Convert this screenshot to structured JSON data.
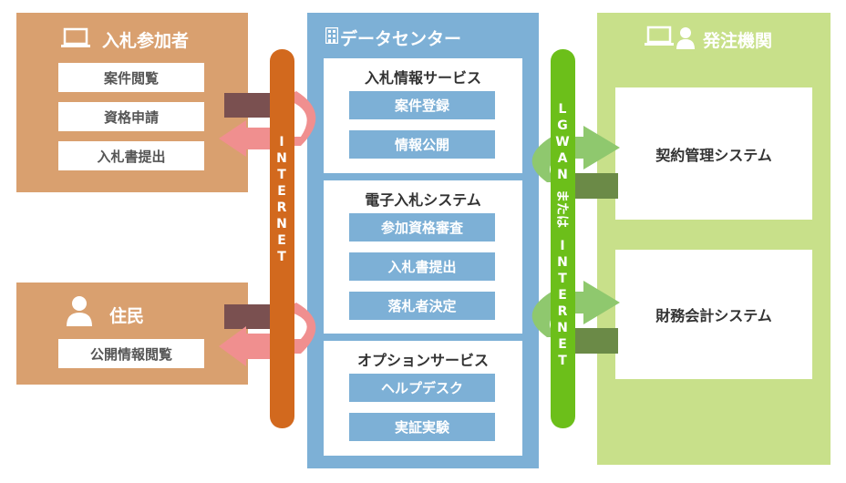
{
  "bidder": {
    "title": "入札参加者",
    "icon": "laptop-icon",
    "items": [
      "案件閲覧",
      "資格申請",
      "入札書提出"
    ]
  },
  "resident": {
    "title": "住民",
    "icon": "person-icon",
    "items": [
      "公開情報閲覧"
    ]
  },
  "datacenter": {
    "title": "データセンター",
    "icon": "building-icon",
    "sections": [
      {
        "title": "入札情報サービス",
        "items": [
          "案件登録",
          "情報公開"
        ]
      },
      {
        "title": "電子入札システム",
        "items": [
          "参加資格審査",
          "入札書提出",
          "落札者決定"
        ]
      },
      {
        "title": "オプションサービス",
        "items": [
          "ヘルプデスク",
          "実証実験"
        ]
      }
    ]
  },
  "agency": {
    "title": "発注機関",
    "icon": "laptop-person-icon",
    "systems": [
      "契約管理システム",
      "財務会計システム"
    ]
  },
  "links": {
    "internet": "INTERNET",
    "lgwan_a": "LGWAN",
    "lgwan_b": "または",
    "lgwan_c": "INTERNET"
  },
  "colors": {
    "orange_panel": "#d9a06f",
    "blue_panel": "#7db0d6",
    "green_panel": "#c8e08a",
    "internet_pipe": "#d2691e",
    "lgwan_pipe": "#6cbf1a",
    "pink_arrow": "#f08f8f",
    "dark_arrow": "#7a5050",
    "green_arrow": "#8fc86e",
    "olive_arrow": "#6b8a47"
  }
}
